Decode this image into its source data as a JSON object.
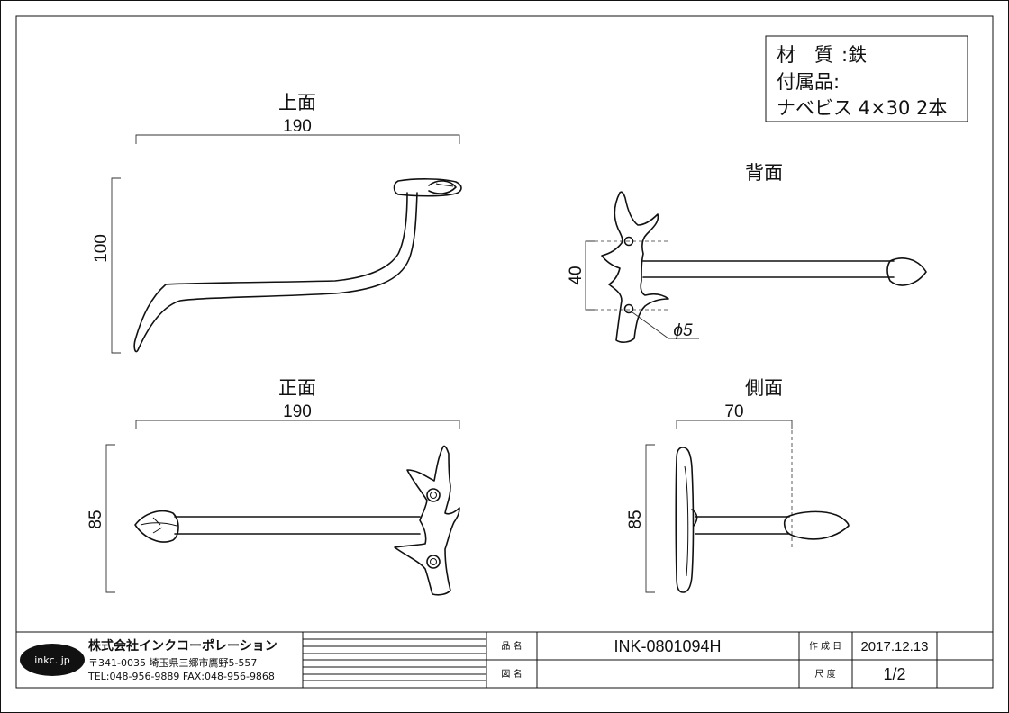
{
  "spec": {
    "material_label": "材　質",
    "material_value": ":鉄",
    "accessories_label": "付属品:",
    "screws": "ナベビス 4×30 2本"
  },
  "views": {
    "top": {
      "title": "上面",
      "width_dim": "190",
      "height_dim": "100"
    },
    "back": {
      "title": "背面",
      "hole_spacing_dim": "40",
      "hole_dia_dim": "ϕ5"
    },
    "front": {
      "title": "正面",
      "width_dim": "190",
      "height_dim": "85"
    },
    "side": {
      "title": "側面",
      "width_dim": "70",
      "height_dim": "85"
    }
  },
  "title_block": {
    "logo": "inkc. jp",
    "company": "株式会社インクコーポレーション",
    "address": "〒341-0035 埼玉県三郷市鷹野5-557",
    "contact": "TEL:048-956-9889  FAX:048-956-9868",
    "part_name_label": "品 名",
    "part_name": "INK-0801094H",
    "drawing_name_label": "図 名",
    "drawing_name": "",
    "created_label": "作 成 日",
    "created_date": "2017.12.13",
    "scale_label": "尺 度",
    "scale": "1/2"
  }
}
